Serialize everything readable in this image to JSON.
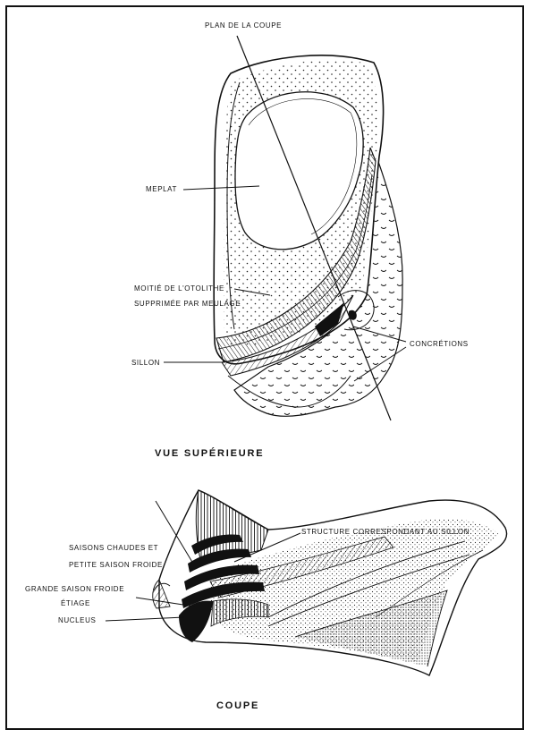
{
  "figure": {
    "top_view": {
      "labels": {
        "plane_of_section": "PLAN DE LA COUPE",
        "flat_area": "MEPLAT",
        "half_removed_line1": "MOITIÉ DE L'OTOLITHE",
        "half_removed_line2": "SUPPRIMÉE PAR MEULAGE",
        "groove": "SILLON",
        "concretions": "CONCRÉTIONS"
      },
      "caption": "VUE SUPÉRIEURE"
    },
    "section_view": {
      "labels": {
        "groove_structure": "STRUCTURE CORRESPONDANT AU SILLON",
        "warm_seasons_line1": "SAISONS CHAUDES ET",
        "warm_seasons_line2": "PETITE SAISON FROIDE",
        "cold_season_line1": "GRANDE SAISON FROIDE",
        "cold_season_line2": "ÉTIAGE",
        "nucleus": "NUCLEUS"
      },
      "caption": "COUPE"
    }
  }
}
